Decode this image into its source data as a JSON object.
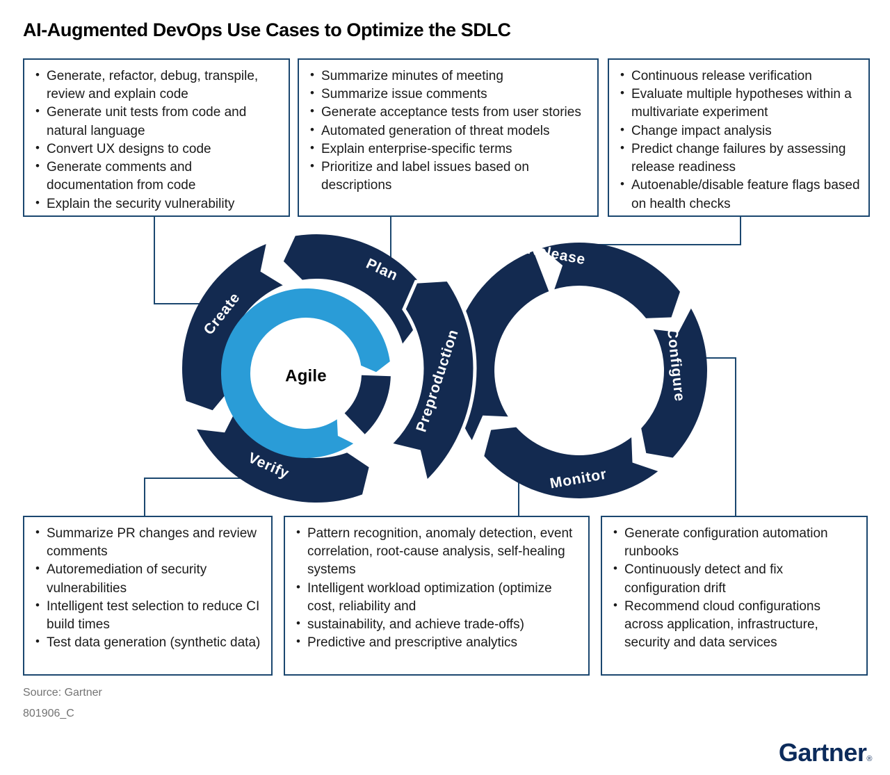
{
  "title": "AI-Augmented DevOps Use Cases to Optimize the SDLC",
  "boxes": {
    "top_left": {
      "items": [
        "Generate, refactor, debug, transpile, review and explain code",
        "Generate unit tests from code and natural language",
        "Convert UX designs to code",
        "Generate comments and documentation from code",
        "Explain the security vulnerability"
      ]
    },
    "top_middle": {
      "items": [
        "Summarize minutes of meeting",
        "Summarize issue comments",
        "Generate acceptance tests from user stories",
        "Automated generation of threat models",
        "Explain enterprise-specific terms",
        "Prioritize and label issues based on descriptions"
      ]
    },
    "top_right": {
      "items": [
        "Continuous release verification",
        "Evaluate multiple hypotheses within a multivariate experiment",
        "Change impact analysis",
        "Predict change failures by assessing release readiness",
        "Autoenable/disable feature flags based on health checks"
      ]
    },
    "bottom_left": {
      "items": [
        "Summarize PR changes and review comments",
        "Autoremediation of security vulnerabilities",
        "Intelligent test selection to reduce CI build times",
        "Test data generation (synthetic data)"
      ]
    },
    "bottom_middle": {
      "items": [
        "Pattern recognition, anomaly detection, event correlation, root-cause analysis, self-healing systems",
        "Intelligent workload optimization (optimize cost, reliability and",
        "sustainability, and achieve trade-offs)",
        "Predictive and prescriptive analytics"
      ]
    },
    "bottom_right": {
      "items": [
        "Generate configuration automation runbooks",
        "Continuously detect and fix configuration drift",
        "Recommend cloud configurations across application, infrastructure, security and data services"
      ]
    }
  },
  "diagram": {
    "labels": {
      "plan": "Plan",
      "create": "Create",
      "verify": "Verify",
      "agile": "Agile",
      "preproduction": "Preproduction",
      "release": "Release",
      "configure": "Configure",
      "monitor": "Monitor"
    },
    "colors": {
      "navy": "#132A50",
      "cyan": "#2A9CD7",
      "line": "#1B476F"
    }
  },
  "footer": {
    "source": "Source: Gartner",
    "code": "801906_C",
    "logo": "Gartner",
    "registered": "®"
  }
}
